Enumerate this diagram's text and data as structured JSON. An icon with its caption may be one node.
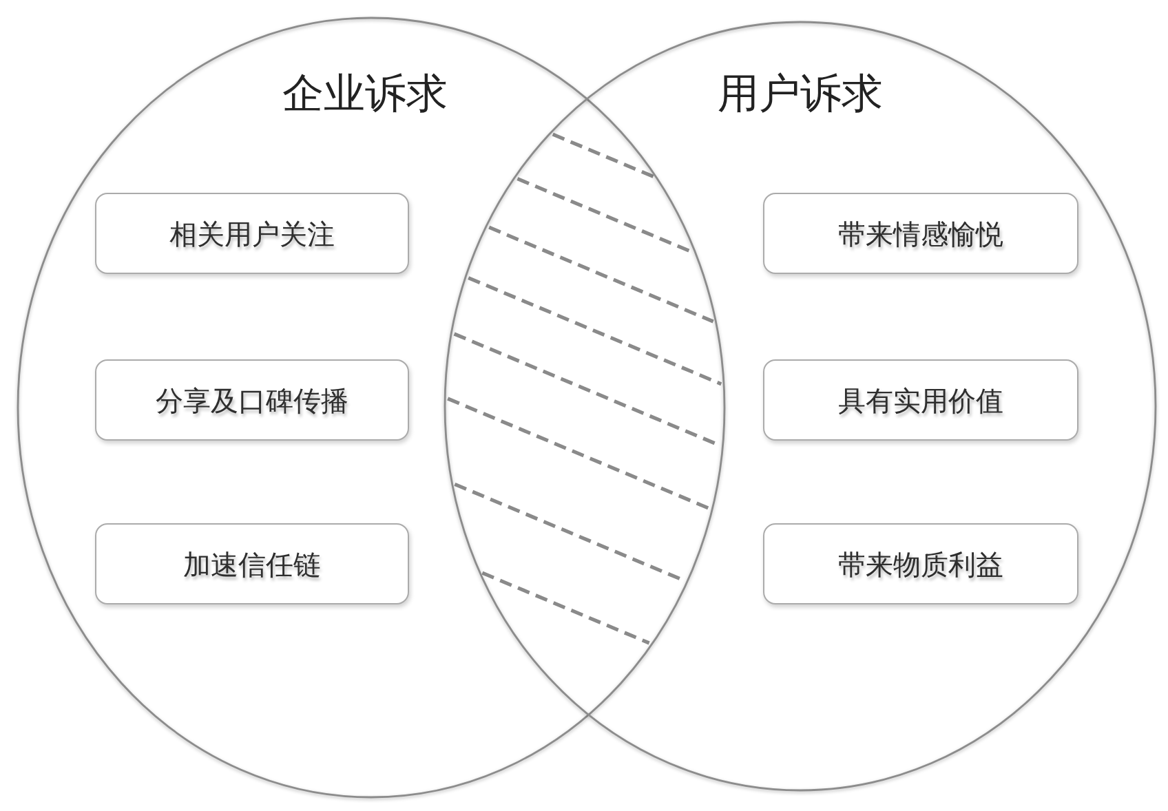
{
  "diagram": {
    "nodes": [
      {
        "text": [
          "企业诉求"
        ]
      },
      {
        "text": [
          "用户诉求"
        ]
      },
      {
        "text": [
          "相关用户关注"
        ],
        "in": 0
      },
      {
        "text": [
          "分享及口碑传播"
        ],
        "in": 0
      },
      {
        "text": [
          "加速信任链"
        ],
        "in": 0
      },
      {
        "text": [
          "带来情感愉悦"
        ],
        "in": 1
      },
      {
        "text": [
          "具有实用价值"
        ],
        "in": 1
      },
      {
        "text": [
          "带来物质利益"
        ],
        "in": 1
      }
    ]
  }
}
